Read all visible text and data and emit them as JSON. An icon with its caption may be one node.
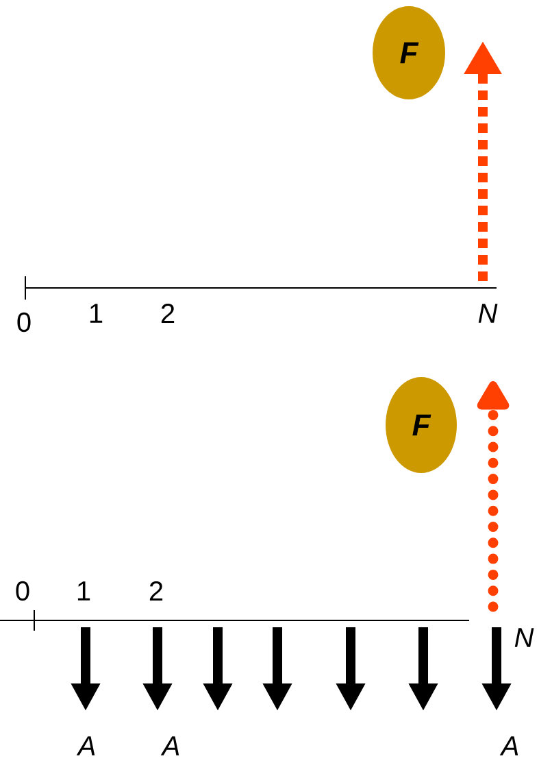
{
  "diagram": {
    "nodes": [
      {
        "text": [
          "F"
        ]
      },
      {
        "text": [
          "F"
        ]
      }
    ],
    "labels": [
      "0",
      "1",
      "2",
      "N",
      "0",
      "1",
      "2",
      "N",
      "A",
      "A",
      "A"
    ]
  }
}
